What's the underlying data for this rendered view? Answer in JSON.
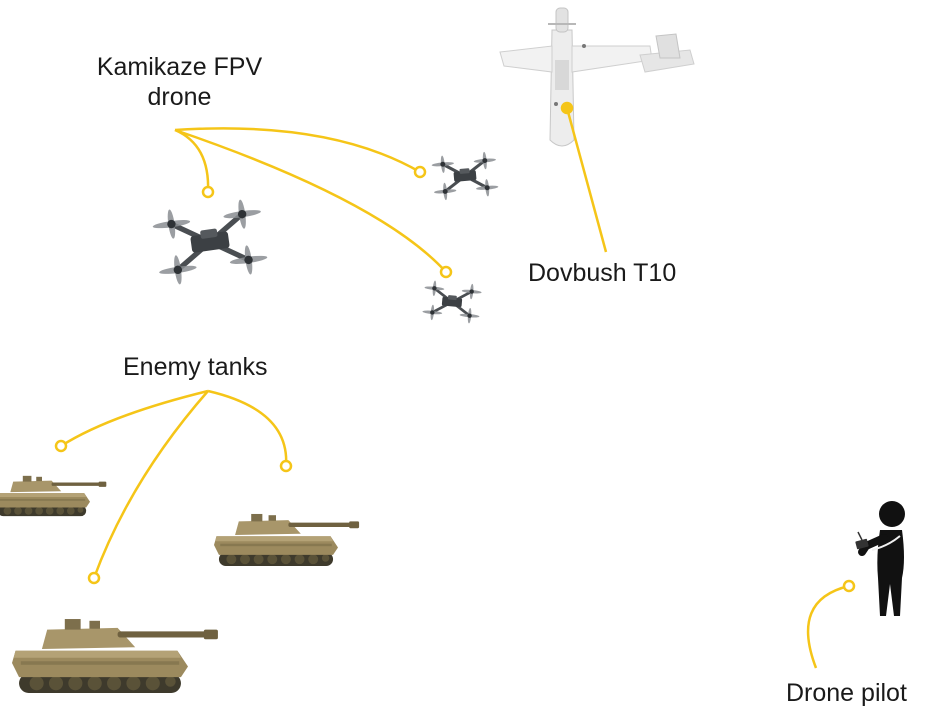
{
  "labels": {
    "fpv_line1": "Kamikaze FPV",
    "fpv_line2": "drone",
    "dovbush": "Dovbush T10",
    "tanks": "Enemy tanks",
    "pilot": "Drone pilot"
  },
  "colors": {
    "callout": "#f5c518",
    "drone": "#4a4e52",
    "tank": "#9c8a5e",
    "tank_dark": "#6f6140",
    "pilot": "#111111",
    "plane": "#ededed"
  },
  "icons": [
    "fpv-drone-icon",
    "fixed-wing-drone-icon",
    "tank-icon",
    "drone-pilot-icon"
  ]
}
